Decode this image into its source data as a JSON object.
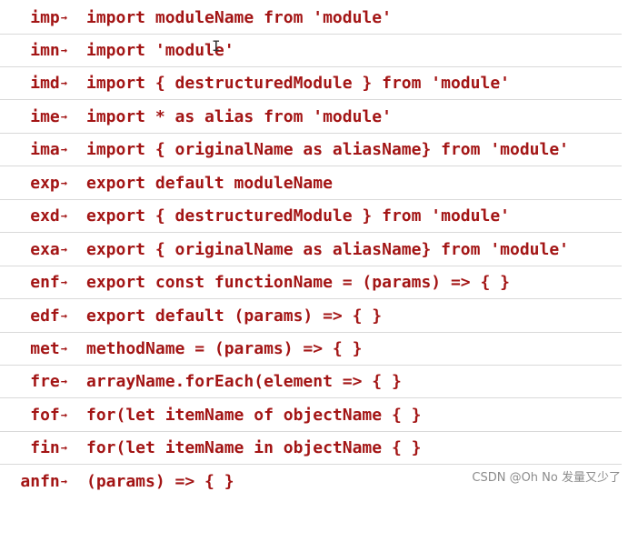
{
  "snippets": [
    {
      "prefix": "imp",
      "body": "import moduleName from 'module'"
    },
    {
      "prefix": "imn",
      "body": "import 'module'"
    },
    {
      "prefix": "imd",
      "body": "import { destructuredModule } from 'module'"
    },
    {
      "prefix": "ime",
      "body": "import * as alias from 'module'"
    },
    {
      "prefix": "ima",
      "body": "import { originalName as aliasName} from 'module'"
    },
    {
      "prefix": "exp",
      "body": "export default moduleName"
    },
    {
      "prefix": "exd",
      "body": "export { destructuredModule } from 'module'"
    },
    {
      "prefix": "exa",
      "body": "export { originalName as aliasName} from 'module'"
    },
    {
      "prefix": "enf",
      "body": "export const functionName = (params) => { }"
    },
    {
      "prefix": "edf",
      "body": "export default (params) => { }"
    },
    {
      "prefix": "met",
      "body": "methodName = (params) => { }"
    },
    {
      "prefix": "fre",
      "body": "arrayName.forEach(element => { }"
    },
    {
      "prefix": "fof",
      "body": "for(let itemName of objectName { }"
    },
    {
      "prefix": "fin",
      "body": "for(let itemName in objectName { }"
    },
    {
      "prefix": "anfn",
      "body": "(params) => { }"
    }
  ],
  "arrow_glyph": "→",
  "watermark": "CSDN @Oh No 发量又少了",
  "colors": {
    "code_text": "#a31515",
    "row_divider": "#d9d9d9",
    "watermark": "#8c8c8c"
  }
}
